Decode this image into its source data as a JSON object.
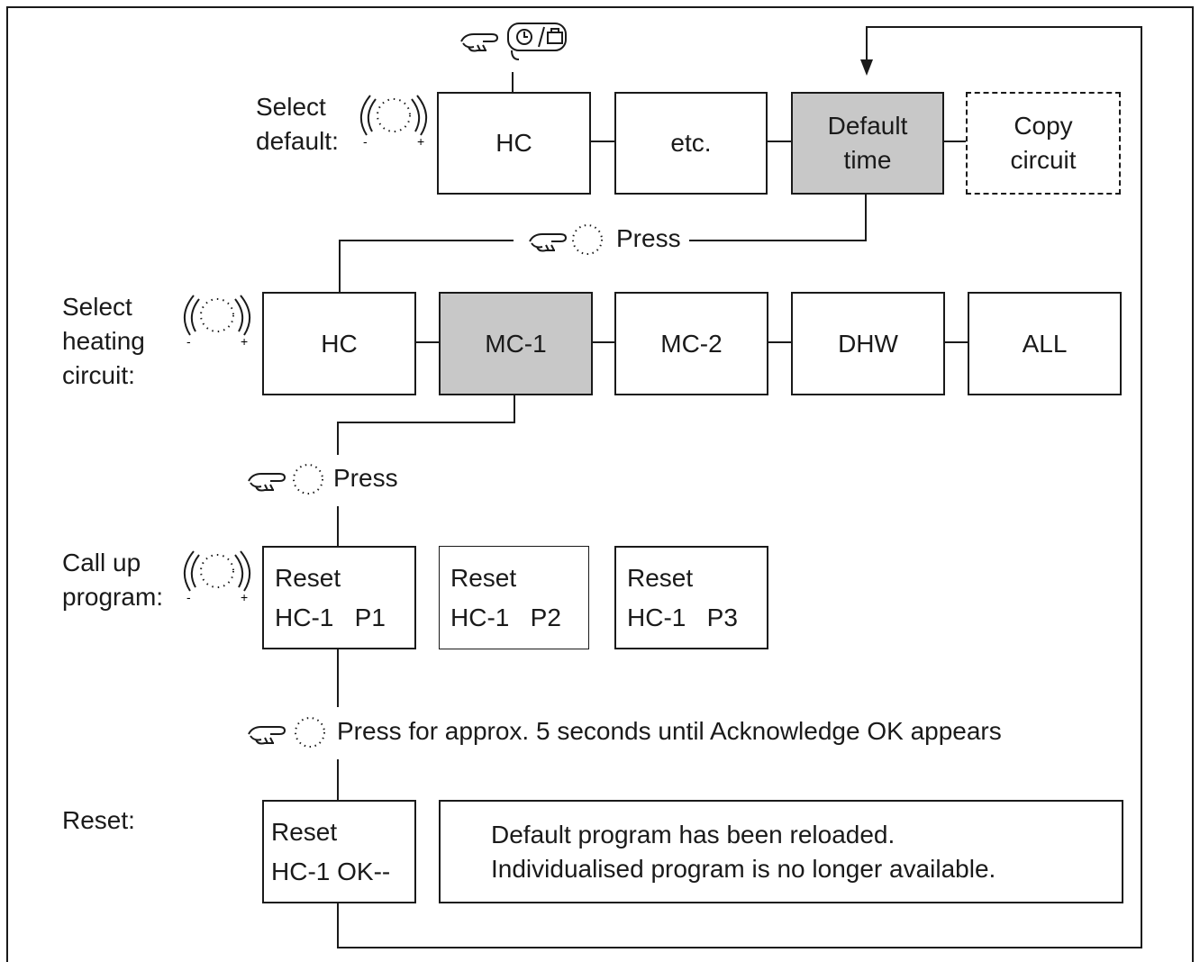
{
  "rows": {
    "select_default": {
      "label": [
        "Select",
        "default:"
      ],
      "items": [
        {
          "text": [
            "HC"
          ],
          "highlighted": false,
          "dashed": false
        },
        {
          "text": [
            "etc."
          ],
          "highlighted": false,
          "dashed": false
        },
        {
          "text": [
            "Default",
            "time"
          ],
          "highlighted": true,
          "dashed": false
        },
        {
          "text": [
            "Copy",
            "circuit"
          ],
          "highlighted": false,
          "dashed": true
        }
      ]
    },
    "select_heating_circuit": {
      "label": [
        "Select",
        "heating",
        "circuit:"
      ],
      "items": [
        {
          "text": "HC",
          "highlighted": false
        },
        {
          "text": "MC-1",
          "highlighted": true
        },
        {
          "text": "MC-2",
          "highlighted": false
        },
        {
          "text": "DHW",
          "highlighted": false
        },
        {
          "text": "ALL",
          "highlighted": false
        }
      ]
    },
    "call_up_program": {
      "label": [
        "Call up",
        "program:"
      ],
      "items": [
        {
          "line1": "Reset",
          "line2": "HC-1   P1"
        },
        {
          "line1": "Reset",
          "line2": "HC-1   P2"
        },
        {
          "line1": "Reset",
          "line2": "HC-1   P3"
        }
      ]
    },
    "reset": {
      "label": "Reset:",
      "box": {
        "line1": "Reset",
        "line2": "HC-1 OK--"
      },
      "message": [
        "Default program has been reloaded.",
        "Individualised program is no longer available."
      ]
    }
  },
  "instructions": {
    "press_1": "Press",
    "press_2": "Press",
    "press_3": "Press for approx. 5 seconds until Acknowledge OK appears"
  },
  "icons": {
    "top_button": "clock-suitcase-button-icon",
    "pointer": "pointing-hand-icon",
    "knob": "rotary-knob-icon",
    "knob_signs": [
      "-",
      "+"
    ]
  },
  "colors": {
    "line": "#1a1a1a",
    "highlight": "#c8c8c8",
    "background": "#ffffff"
  }
}
